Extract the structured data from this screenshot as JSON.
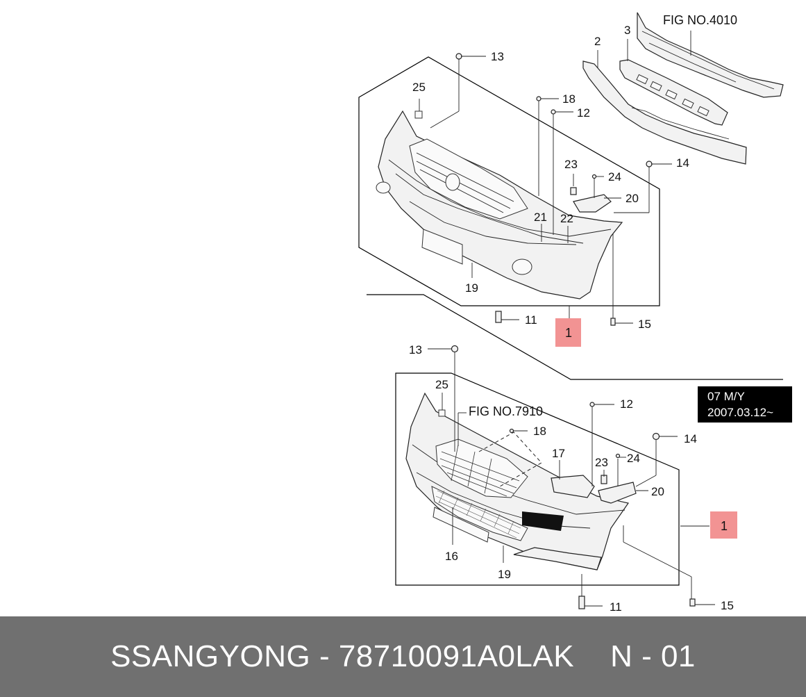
{
  "figure_refs": {
    "top": "FIG NO.4010",
    "bottom": "FIG NO.7910"
  },
  "model_year": {
    "line1": "07 M/Y",
    "line2": "2007.03.12~"
  },
  "assembly_badge": "1",
  "upper_callouts": {
    "p2": "2",
    "p3": "3",
    "p11": "11",
    "p12": "12",
    "p13": "13",
    "p14": "14",
    "p15": "15",
    "p18": "18",
    "p19": "19",
    "p20": "20",
    "p21": "21",
    "p22": "22",
    "p23": "23",
    "p24": "24",
    "p25": "25"
  },
  "lower_callouts": {
    "p11": "11",
    "p12": "12",
    "p13": "13",
    "p14": "14",
    "p15": "15",
    "p16": "16",
    "p17": "17",
    "p18": "18",
    "p19": "19",
    "p20": "20",
    "p23": "23",
    "p24": "24",
    "p25": "25"
  },
  "footer": {
    "brand": "SSANGYONG",
    "separator": "-",
    "part_number": "78710091A0LAK",
    "position": "N - 01"
  }
}
